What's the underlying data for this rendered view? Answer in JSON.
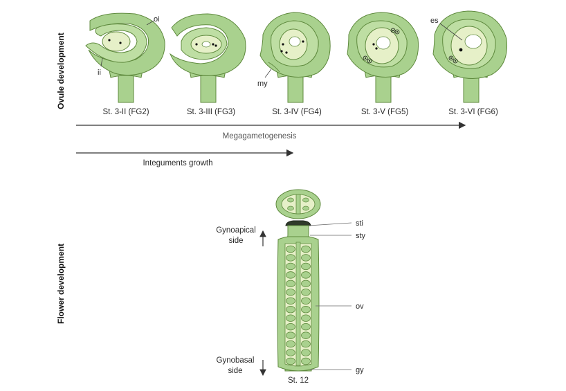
{
  "side_labels": {
    "ovule": "Ovule development",
    "flower": "Flower development"
  },
  "ovule_stages": [
    {
      "label": "St. 3-II (FG2)"
    },
    {
      "label": "St. 3-III (FG3)"
    },
    {
      "label": "St. 3-IV (FG4)"
    },
    {
      "label": "St. 3-V (FG5)"
    },
    {
      "label": "St. 3-VI (FG6)"
    }
  ],
  "ovule_annotations": {
    "oi": "oi",
    "ii": "ii",
    "my": "my",
    "es": "es"
  },
  "arrows": {
    "megagametogenesis": "Megagametogenesis",
    "integuments": "Integuments growth"
  },
  "flower": {
    "stage": "St. 12",
    "gynoapical": [
      "Gynoapical",
      "side"
    ],
    "gynobasal": [
      "Gynobasal",
      "side"
    ],
    "labels": {
      "sti": "sti",
      "sty": "sty",
      "ov": "ov",
      "gy": "gy"
    }
  },
  "colors": {
    "tissue": "#a9d18e",
    "tissue_outline": "#5f8a3e",
    "pale": "#e6f0c8",
    "stigma": "#2f3a2a"
  }
}
